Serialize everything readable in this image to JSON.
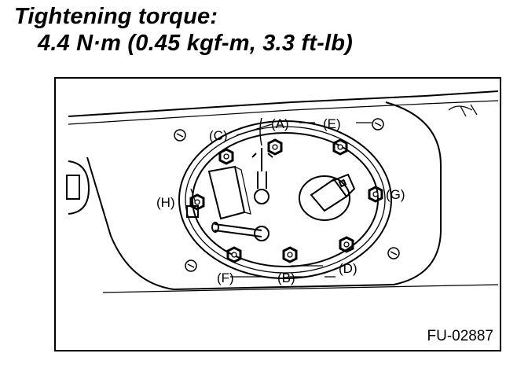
{
  "heading": {
    "title": "Tightening torque:",
    "value": "4.4 N·m (0.45 kgf-m, 3.3 ft-lb)"
  },
  "figure": {
    "code": "FU-02887",
    "labels": {
      "A": "(A)",
      "B": "(B)",
      "C": "(C)",
      "D": "(D)",
      "E": "(E)",
      "F": "(F)",
      "G": "(G)",
      "H": "(H)"
    }
  }
}
